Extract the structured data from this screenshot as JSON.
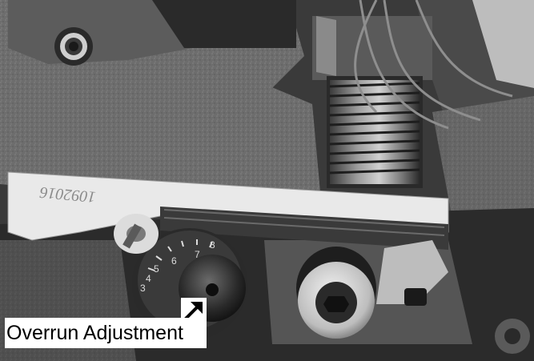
{
  "image": {
    "description_colors": {
      "background_dark": "#3a3a3a",
      "metal_mid": "#7a7a7a",
      "metal_light": "#bdbdbd",
      "plate_white": "#e9e9e9"
    },
    "plate_text": "1092016",
    "dial_numbers": [
      "3",
      "4",
      "5",
      "6",
      "7",
      "8"
    ]
  },
  "callout": {
    "label": "Overrun Adjustment",
    "icon": "arrow-up-right-icon"
  }
}
